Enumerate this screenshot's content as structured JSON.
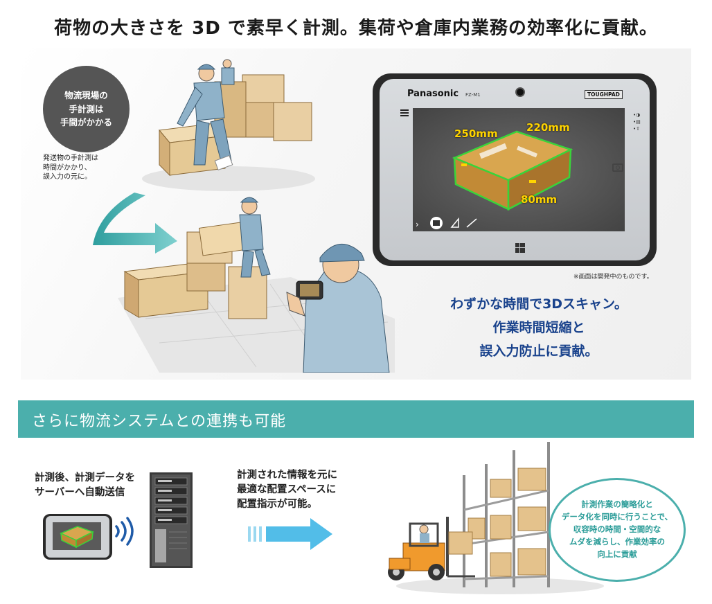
{
  "headline": "荷物の大きさを 3D で素早く計測。集荷や倉庫内業務の効率化に貢献。",
  "manual_bubble": {
    "lines": [
      "物流現場の",
      "手計測は",
      "手間がかかる"
    ]
  },
  "manual_note": {
    "lines": [
      "発送物の手計測は",
      "時間がかかり、",
      "誤入力の元に。"
    ]
  },
  "tablet": {
    "brand": "Panasonic",
    "model": "FZ-M1",
    "badge": "TOUGHPAD",
    "dimensions": {
      "width": "250mm",
      "depth": "220mm",
      "height": "80mm"
    },
    "measure_color": "#39d43a",
    "label_color": "#ffd400"
  },
  "screen_caption": "※画面は開発中のものです。",
  "scan_message": {
    "lines": [
      "わずかな時間で3Dスキャン。",
      "作業時間短縮と",
      "誤入力防止に貢献。"
    ],
    "color": "#19428c"
  },
  "banner": {
    "title": "さらに物流システムとの連携も可能",
    "color": "#4bafac"
  },
  "sync_text": {
    "lines": [
      "計測後、計測データを",
      "サーバーへ自動送信"
    ]
  },
  "layout_text": {
    "lines": [
      "計測された情報を元に",
      "最適な配置スペースに",
      "配置指示が可能。"
    ]
  },
  "benefit_bubble": {
    "lines": [
      "計測作業の簡略化と",
      "データ化を同時に行うことで、",
      "収容時の時間・空間的な",
      "ムダを減らし、作業効率の",
      "向上に貢献"
    ]
  },
  "icons": {
    "arrow": "curved-arrow-icon",
    "wifi": "wireless-signal-icon",
    "server": "server-icon",
    "send": "send-arrow-icon",
    "windows": "windows-logo-icon",
    "camera": "camera-icon",
    "menu": "menu-icon"
  }
}
